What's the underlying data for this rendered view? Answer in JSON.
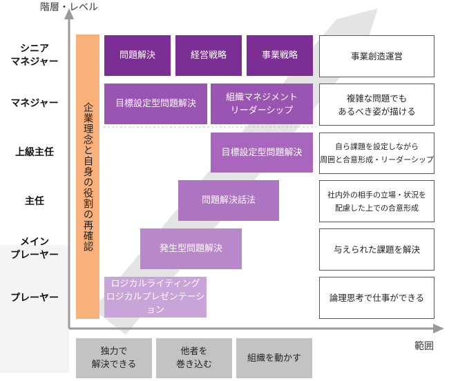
{
  "axis": {
    "y_label": "階層・レベル",
    "x_label": "範囲"
  },
  "levels": [
    {
      "label": "シニア\nマネジャー"
    },
    {
      "label": "マネジャー"
    },
    {
      "label": "上級主任"
    },
    {
      "label": "主任"
    },
    {
      "label": "メイン\nプレーヤー"
    },
    {
      "label": "プレーヤー"
    }
  ],
  "vertical_bar": {
    "text": "企業理念と自身の役割の再確認",
    "color": "#f9b07a"
  },
  "skills": {
    "senior_1": "問題解決",
    "senior_2": "経営戦略",
    "senior_3": "事業戦略",
    "manager_1": "目標設定型問題解決",
    "manager_2": "組織マネジメント\nリーダーシップ",
    "senior_chief": "目標設定型問題解決",
    "chief": "問題解決話法",
    "main_player": "発生型問題解決",
    "player": "ロジカルライティング\nロジカルプレゼンテーション"
  },
  "descriptions": [
    "事業創造運営",
    "複雑な問題でも\nあるべき姿が描ける",
    "自ら課題を設定しながら\n周囲と合意形成・リーダーシップ",
    "社内外の相手の立場・状況を\n配慮した上での合意形成",
    "与えられた課題を解決",
    "論理思考で仕事ができる"
  ],
  "footer": [
    "独力で\n解決できる",
    "他者を\n巻き込む",
    "組織を動かす"
  ],
  "colors": {
    "purple_dark": "#7b2f94",
    "purple_mid": "#9a55b2",
    "purple_light": "#ad74c2",
    "purple_pale": "#c9a4d8",
    "arrow_gray": "#e4e4e4",
    "footer_gray": "#c3c3c3"
  }
}
